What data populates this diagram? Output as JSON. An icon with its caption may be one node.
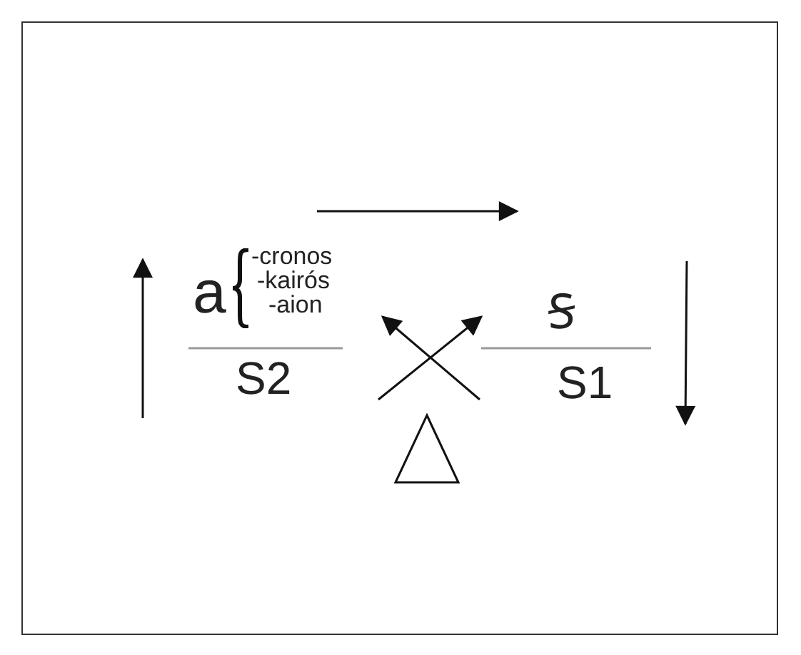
{
  "diagram": {
    "nodes": [
      {
        "text": [
          "a",
          "-cronos",
          "-kairós",
          "-aion"
        ]
      },
      {
        "text": [
          "S2"
        ]
      },
      {
        "text": [
          "Ꞩ"
        ]
      },
      {
        "text": [
          "S1"
        ]
      },
      {
        "text": [],
        "shape": "triangle"
      }
    ],
    "edges": [
      {
        "from": 0,
        "to": 2,
        "arrow": "to"
      },
      {
        "from": null,
        "to": 3,
        "arrow": "to"
      },
      {
        "from": 1,
        "to": 0,
        "arrow": "to"
      },
      {
        "from": null,
        "to": 2,
        "arrow": "to"
      },
      {
        "from": null,
        "to": 0,
        "arrow": "to"
      }
    ]
  }
}
